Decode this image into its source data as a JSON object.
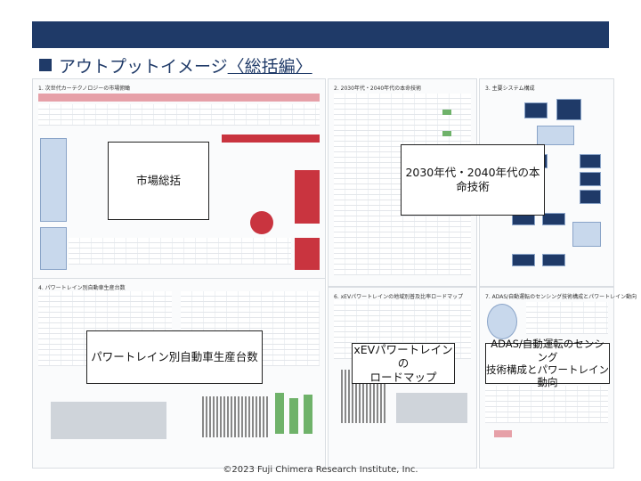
{
  "title": {
    "prefix": "アウトプットイメージ",
    "suffix": "〈総括編〉"
  },
  "panels": {
    "p1": {
      "doc_title": "1. 次世代カーテクノロジーの市場俯瞰",
      "label": "市場総括"
    },
    "p2": {
      "doc_title": "2. 2030年代・2040年代の本命技術",
      "label": "2030年代・2040年代の本命技術"
    },
    "p3": {
      "doc_title": "3. 主要システム構成",
      "label": ""
    },
    "p4": {
      "doc_title": "4. パワートレイン別自動車生産台数",
      "label": "パワートレイン別自動車生産台数"
    },
    "p5": {
      "doc_title": "6. xEVパワートレインの地域別普及比率ロードマップ",
      "label_line1": "xEVパワートレインの",
      "label_line2": "ロードマップ"
    },
    "p6": {
      "doc_title": "7. ADAS/自動運転のセンシング技術構成とパワートレイン動向",
      "label_line1": "ADAS/自動運転のセンシング",
      "label_line2": "技術構成とパワートレイン動向"
    }
  },
  "footer": "©2023 Fuji Chimera Research Institute, Inc.",
  "colors": {
    "header": "#1f3a68",
    "accent_red": "#c9343f",
    "accent_green": "#6fb26a"
  }
}
